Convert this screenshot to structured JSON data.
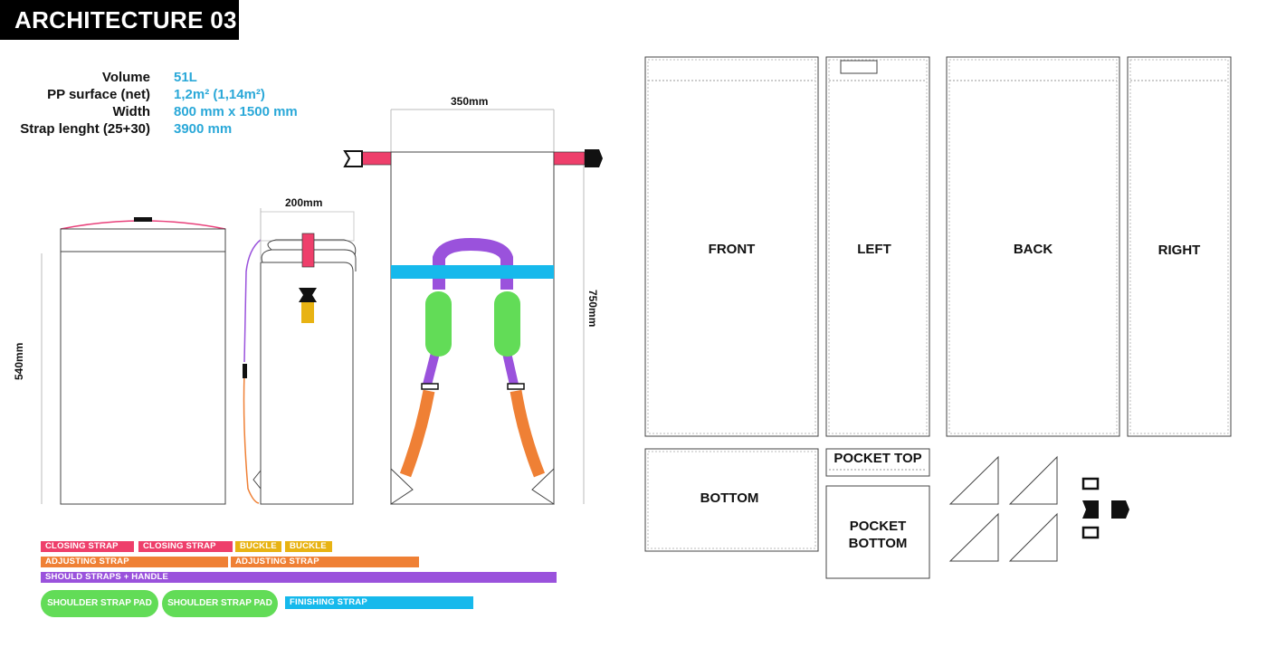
{
  "header": {
    "title": "ARCHITECTURE 03"
  },
  "specs": [
    {
      "label": "Volume",
      "value": "51L"
    },
    {
      "label": "PP surface (net)",
      "value": "1,2m² (1,14m²)"
    },
    {
      "label": "Width",
      "value": "800 mm x 1500 mm"
    },
    {
      "label": "Strap lenght (25+30)",
      "value": "3900 mm"
    }
  ],
  "dimensions": {
    "front_height": "540mm",
    "side_width": "200mm",
    "back_width": "350mm",
    "back_height": "750mm"
  },
  "legend": {
    "closing_strap_1": "CLOSING STRAP",
    "closing_strap_2": "CLOSING STRAP",
    "buckle_1": "BUCKLE",
    "buckle_2": "BUCKLE",
    "adjusting_strap_1": "ADJUSTING STRAP",
    "adjusting_strap_2": "ADJUSTING STRAP",
    "should_straps": "SHOULD STRAPS + HANDLE",
    "shoulder_pad_1": "SHOULDER STRAP PAD",
    "shoulder_pad_2": "SHOULDER STRAP PAD",
    "finishing_strap": "FINISHING STRAP"
  },
  "pattern": {
    "front": "FRONT",
    "left": "LEFT",
    "back": "BACK",
    "right": "RIGHT",
    "bottom": "BOTTOM",
    "pocket_top": "POCKET TOP",
    "pocket_bottom_line1": "POCKET",
    "pocket_bottom_line2": "BOTTOM"
  },
  "colors": {
    "closing_strap": "#ee3f6b",
    "buckle": "#e8b313",
    "adjusting_strap": "#ef8035",
    "should_straps": "#9a52dc",
    "shoulder_pad": "#62dc57",
    "finishing_strap": "#16b9ec",
    "spec_value": "#2aa8d8"
  }
}
